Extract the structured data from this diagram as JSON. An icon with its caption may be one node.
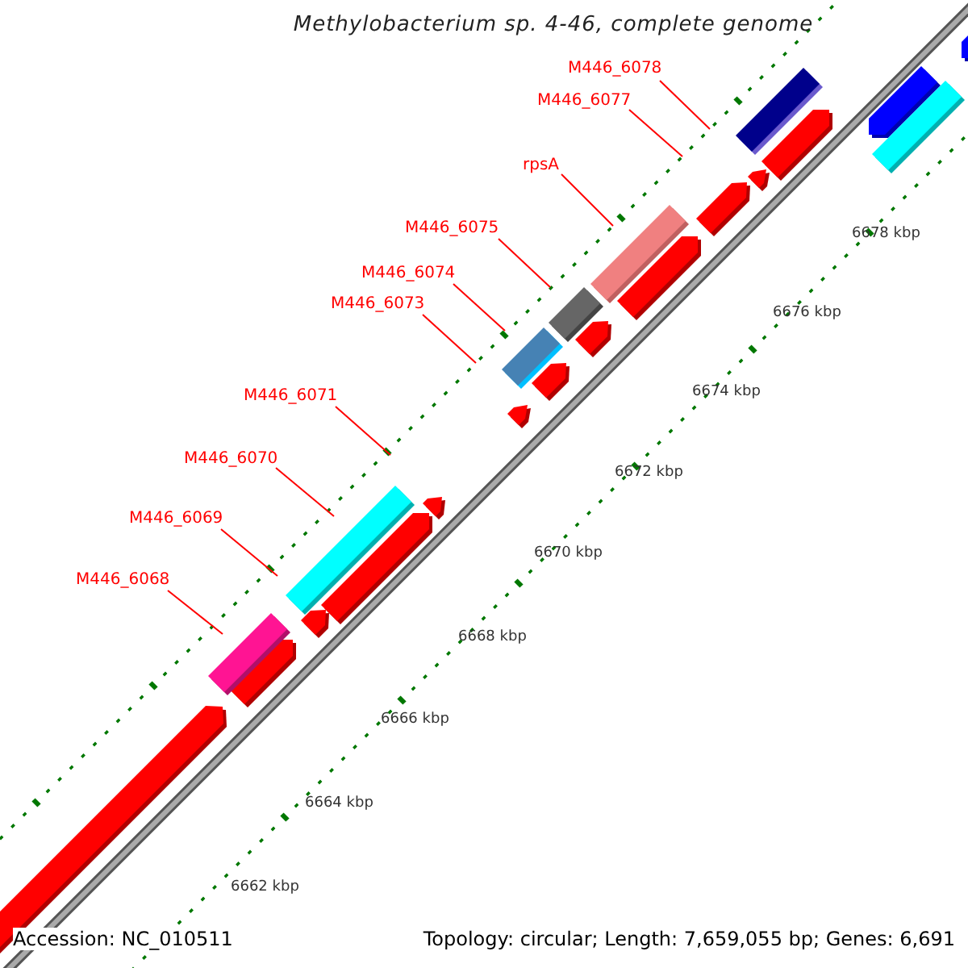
{
  "diagram": {
    "title": "Methylobacterium sp. 4-46, complete genome",
    "nodes": [
      {
        "text": [
          "M446_6078"
        ]
      },
      {
        "text": [
          "M446_6077"
        ]
      },
      {
        "text": [
          "rpsA"
        ]
      },
      {
        "text": [
          "M446_6075"
        ]
      },
      {
        "text": [
          "M446_6074"
        ]
      },
      {
        "text": [
          "M446_6073"
        ]
      },
      {
        "text": [
          "M446_6071"
        ]
      },
      {
        "text": [
          "M446_6070"
        ]
      },
      {
        "text": [
          "M446_6069"
        ]
      },
      {
        "text": [
          "M446_6068"
        ]
      }
    ],
    "edges": [
      {
        "from": 0,
        "to": null,
        "arrow": "none"
      },
      {
        "from": 1,
        "to": null,
        "arrow": "none"
      },
      {
        "from": 2,
        "to": null,
        "arrow": "none"
      },
      {
        "from": 3,
        "to": null,
        "arrow": "none"
      },
      {
        "from": 4,
        "to": null,
        "arrow": "none"
      },
      {
        "from": 5,
        "to": null,
        "arrow": "none"
      },
      {
        "from": 6,
        "to": null,
        "arrow": "none"
      },
      {
        "from": 7,
        "to": null,
        "arrow": "none"
      },
      {
        "from": 8,
        "to": null,
        "arrow": "none"
      },
      {
        "from": 9,
        "to": null,
        "arrow": "none"
      }
    ],
    "labels": [
      "6678 kbp",
      "6676 kbp",
      "6674 kbp",
      "6672 kbp",
      "6670 kbp",
      "6668 kbp",
      "6666 kbp",
      "6664 kbp",
      "6662 kbp",
      "Accession: NC_010511",
      "Topology: circular; Length: 7,659,055 bp; Genes: 6,691"
    ]
  }
}
